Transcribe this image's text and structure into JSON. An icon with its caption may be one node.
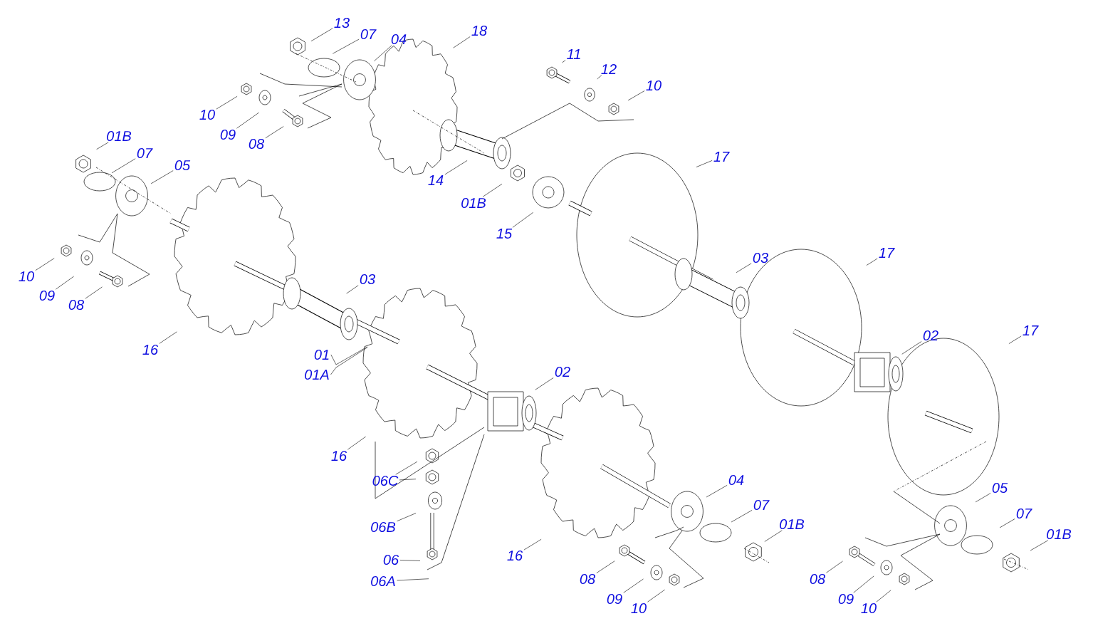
{
  "diagram": {
    "nodes": [
      {
        "text": [
          "13"
        ]
      },
      {
        "text": [
          "07"
        ]
      },
      {
        "text": [
          "04"
        ]
      },
      {
        "text": [
          "18"
        ]
      },
      {
        "text": [
          "10"
        ]
      },
      {
        "text": [
          "09"
        ]
      },
      {
        "text": [
          "08"
        ]
      },
      {
        "text": [
          "11"
        ]
      },
      {
        "text": [
          "12"
        ]
      },
      {
        "text": [
          "10"
        ]
      },
      {
        "text": [
          "14"
        ]
      },
      {
        "text": [
          "01B"
        ]
      },
      {
        "text": [
          "15"
        ]
      },
      {
        "text": [
          "17"
        ]
      },
      {
        "text": [
          "01B"
        ]
      },
      {
        "text": [
          "07"
        ]
      },
      {
        "text": [
          "05"
        ]
      },
      {
        "text": [
          "10"
        ]
      },
      {
        "text": [
          "09"
        ]
      },
      {
        "text": [
          "08"
        ]
      },
      {
        "text": [
          "03"
        ]
      },
      {
        "text": [
          "16"
        ]
      },
      {
        "text": [
          "01"
        ]
      },
      {
        "text": [
          "01A"
        ]
      },
      {
        "text": [
          "02"
        ]
      },
      {
        "text": [
          "16"
        ]
      },
      {
        "text": [
          "06C"
        ]
      },
      {
        "text": [
          "06B"
        ]
      },
      {
        "text": [
          "06"
        ]
      },
      {
        "text": [
          "06A"
        ]
      },
      {
        "text": [
          "04"
        ]
      },
      {
        "text": [
          "07"
        ]
      },
      {
        "text": [
          "01B"
        ]
      },
      {
        "text": [
          "16"
        ]
      },
      {
        "text": [
          "08"
        ]
      },
      {
        "text": [
          "09"
        ]
      },
      {
        "text": [
          "10"
        ]
      },
      {
        "text": [
          "03"
        ]
      },
      {
        "text": [
          "17"
        ]
      },
      {
        "text": [
          "02"
        ]
      },
      {
        "text": [
          "17"
        ]
      },
      {
        "text": [
          "05"
        ]
      },
      {
        "text": [
          "07"
        ]
      },
      {
        "text": [
          "01B"
        ]
      },
      {
        "text": [
          "08"
        ]
      },
      {
        "text": [
          "09"
        ]
      },
      {
        "text": [
          "10"
        ]
      }
    ],
    "edges": [
      {
        "from": 0,
        "to": null,
        "arrow": "none"
      },
      {
        "from": 1,
        "to": null,
        "arrow": "none"
      },
      {
        "from": 2,
        "to": null,
        "arrow": "none"
      },
      {
        "from": 3,
        "to": null,
        "arrow": "none"
      },
      {
        "from": 4,
        "to": null,
        "arrow": "none"
      },
      {
        "from": 5,
        "to": null,
        "arrow": "none"
      },
      {
        "from": 6,
        "to": null,
        "arrow": "none"
      },
      {
        "from": 7,
        "to": null,
        "arrow": "none"
      },
      {
        "from": 8,
        "to": null,
        "arrow": "none"
      },
      {
        "from": 9,
        "to": null,
        "arrow": "none"
      },
      {
        "from": 10,
        "to": null,
        "arrow": "none"
      },
      {
        "from": 11,
        "to": null,
        "arrow": "none"
      },
      {
        "from": 12,
        "to": null,
        "arrow": "none"
      },
      {
        "from": 13,
        "to": null,
        "arrow": "none"
      },
      {
        "from": 14,
        "to": null,
        "arrow": "none"
      },
      {
        "from": 15,
        "to": null,
        "arrow": "none"
      },
      {
        "from": 16,
        "to": null,
        "arrow": "none"
      },
      {
        "from": 17,
        "to": null,
        "arrow": "none"
      },
      {
        "from": 18,
        "to": null,
        "arrow": "none"
      },
      {
        "from": 19,
        "to": null,
        "arrow": "none"
      },
      {
        "from": 20,
        "to": null,
        "arrow": "none"
      },
      {
        "from": 21,
        "to": null,
        "arrow": "none"
      },
      {
        "from": 22,
        "to": null,
        "arrow": "none"
      },
      {
        "from": 23,
        "to": null,
        "arrow": "none"
      },
      {
        "from": 24,
        "to": null,
        "arrow": "none"
      },
      {
        "from": 25,
        "to": null,
        "arrow": "none"
      },
      {
        "from": 26,
        "to": null,
        "arrow": "none"
      },
      {
        "from": 26,
        "to": null,
        "arrow": "none"
      },
      {
        "from": 27,
        "to": null,
        "arrow": "none"
      },
      {
        "from": 28,
        "to": null,
        "arrow": "none"
      },
      {
        "from": 29,
        "to": null,
        "arrow": "none"
      },
      {
        "from": 30,
        "to": null,
        "arrow": "none"
      },
      {
        "from": 31,
        "to": null,
        "arrow": "none"
      },
      {
        "from": 32,
        "to": null,
        "arrow": "none"
      },
      {
        "from": 33,
        "to": null,
        "arrow": "none"
      },
      {
        "from": 34,
        "to": null,
        "arrow": "none"
      },
      {
        "from": 35,
        "to": null,
        "arrow": "none"
      },
      {
        "from": 36,
        "to": null,
        "arrow": "none"
      },
      {
        "from": 37,
        "to": null,
        "arrow": "none"
      },
      {
        "from": 38,
        "to": null,
        "arrow": "none"
      },
      {
        "from": 39,
        "to": null,
        "arrow": "none"
      },
      {
        "from": 40,
        "to": null,
        "arrow": "none"
      },
      {
        "from": 41,
        "to": null,
        "arrow": "none"
      },
      {
        "from": 42,
        "to": null,
        "arrow": "none"
      },
      {
        "from": 43,
        "to": null,
        "arrow": "none"
      },
      {
        "from": 44,
        "to": null,
        "arrow": "none"
      },
      {
        "from": 45,
        "to": null,
        "arrow": "none"
      },
      {
        "from": 46,
        "to": null,
        "arrow": "none"
      }
    ]
  }
}
